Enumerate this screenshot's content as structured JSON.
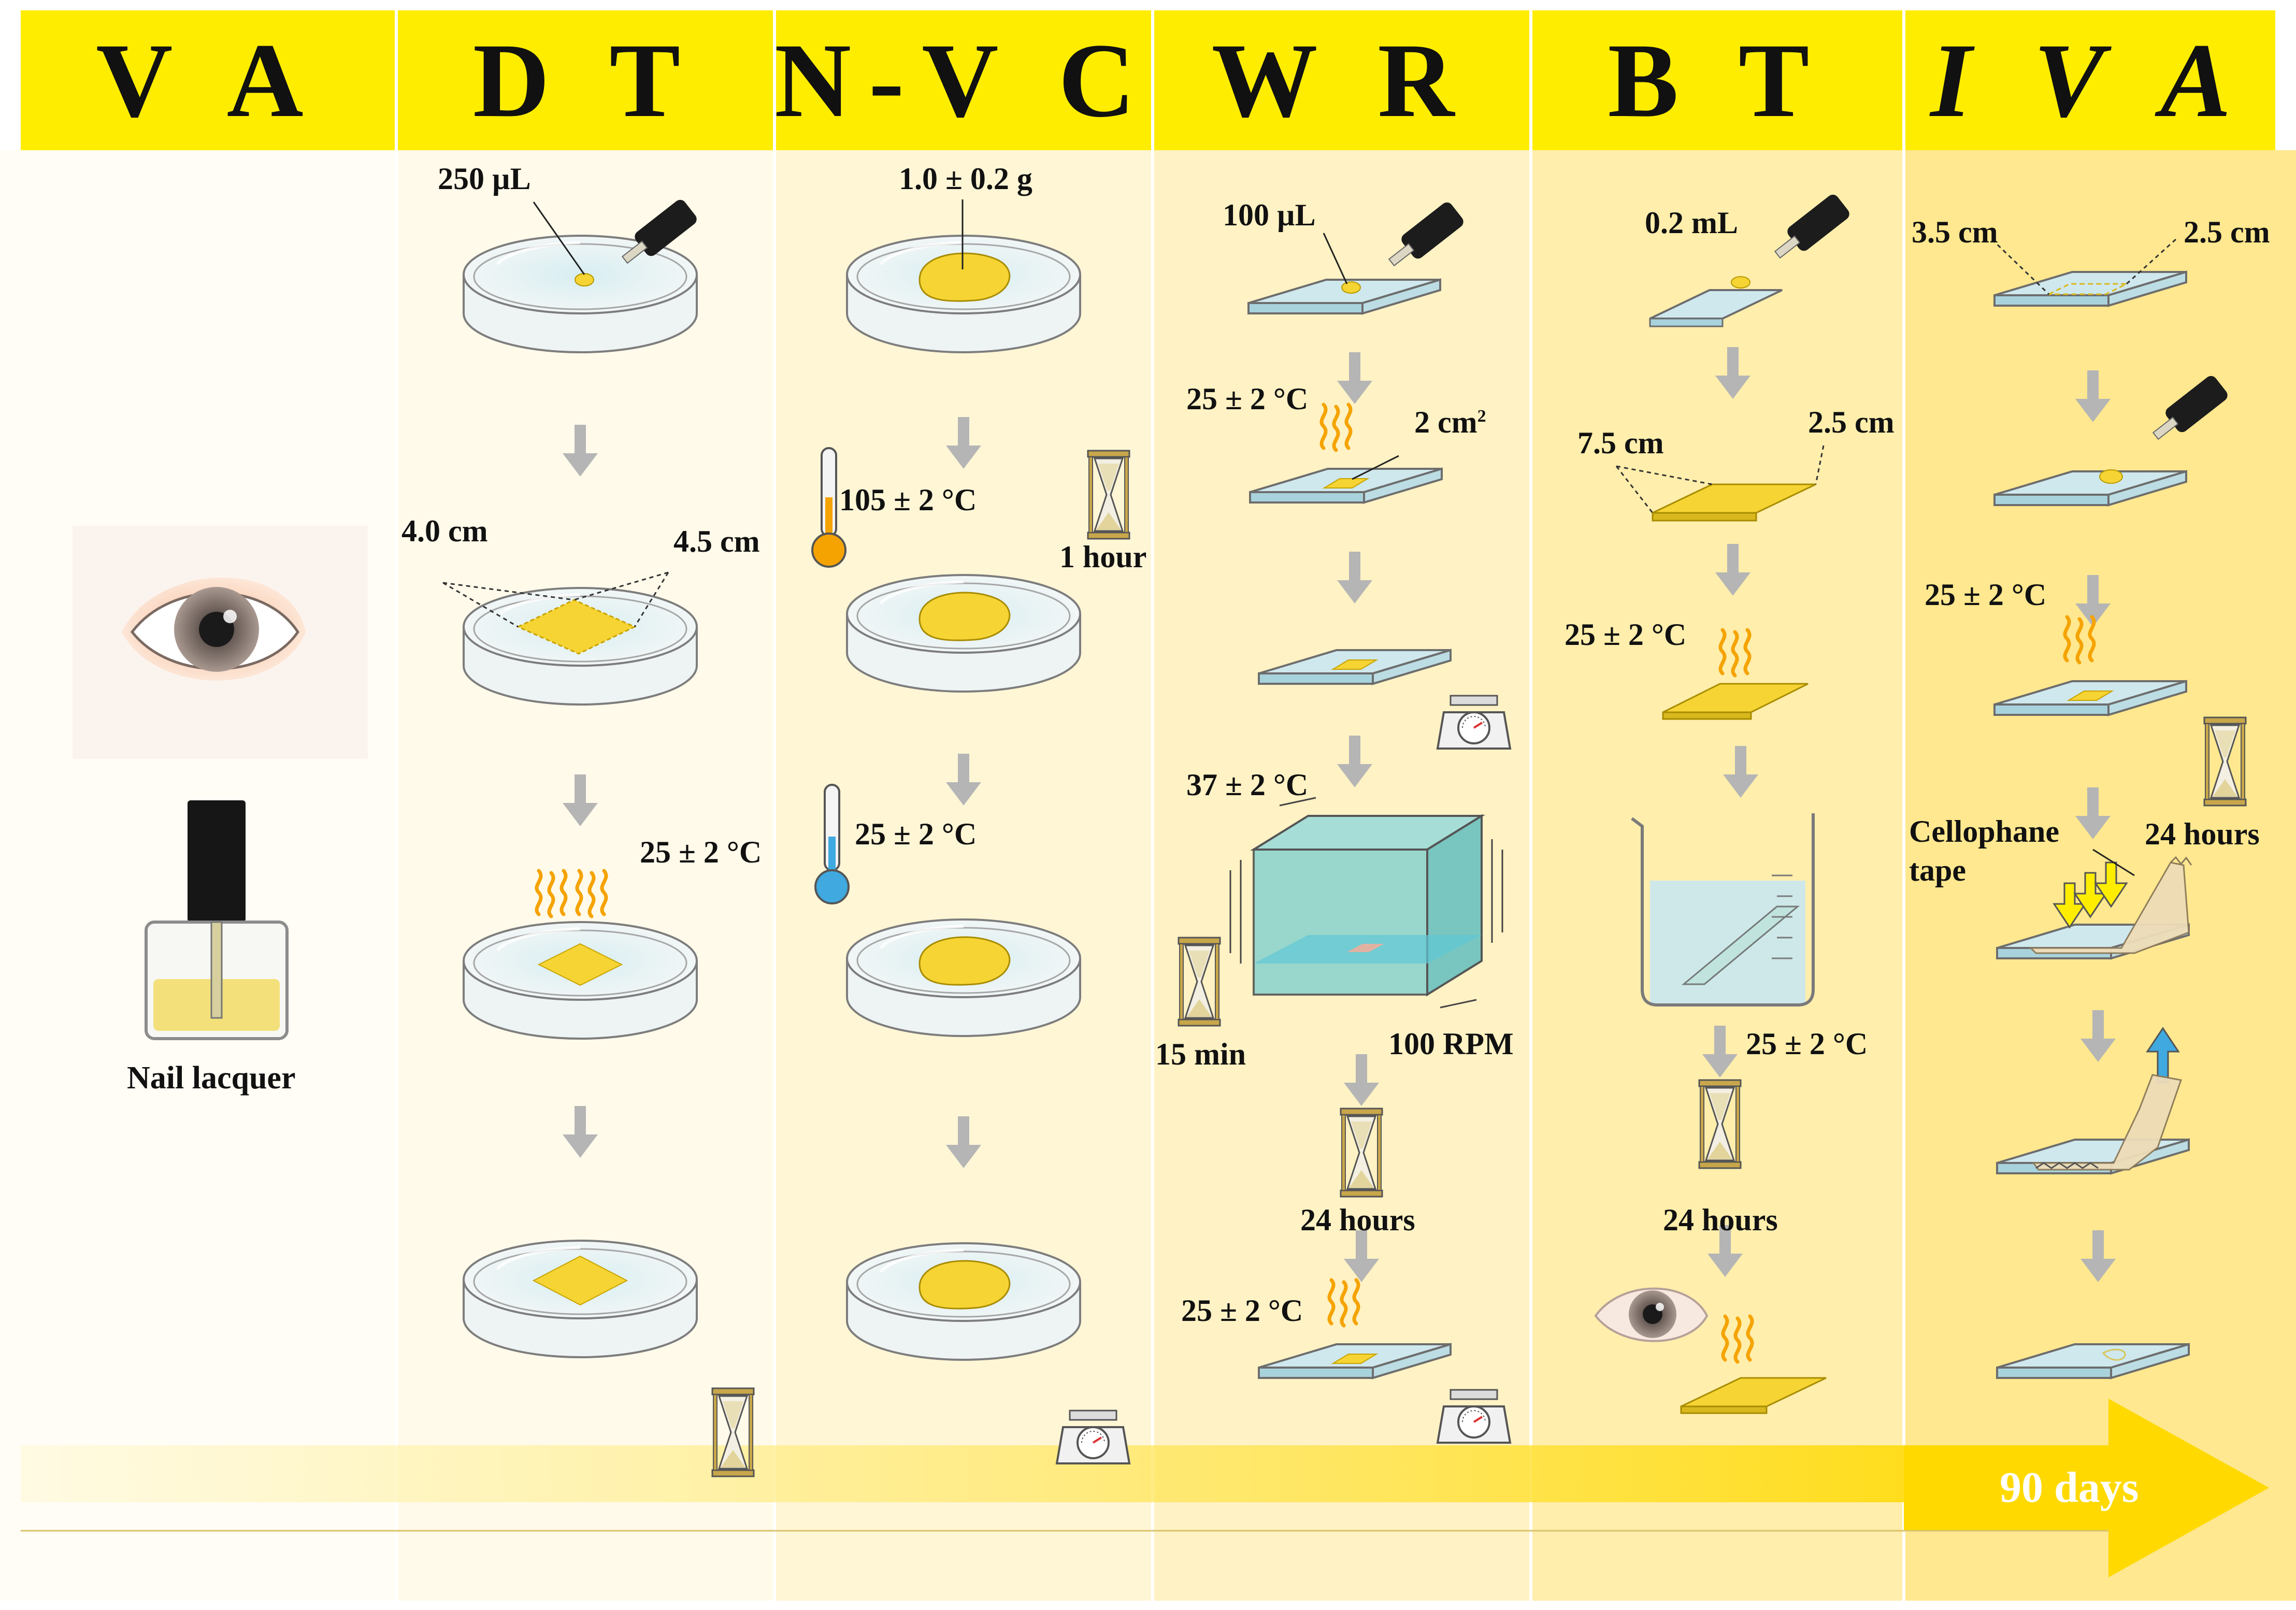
{
  "columns": [
    {
      "code": "V A",
      "italic": false
    },
    {
      "code": "D T",
      "italic": false
    },
    {
      "code": "N-V C",
      "italic": false
    },
    {
      "code": "W R",
      "italic": false
    },
    {
      "code": "B T",
      "italic": false
    },
    {
      "code": "I V A",
      "italic": true
    }
  ],
  "va": {
    "product_label": "Nail lacquer"
  },
  "dt": {
    "volume": "250 µL",
    "width": "4.0 cm",
    "length": "4.5 cm",
    "temperature": "25 ± 2 °C"
  },
  "nvc": {
    "mass": "1.0 ± 0.2 g",
    "oven_temperature": "105 ± 2 °C",
    "time": "1 hour",
    "room_temperature": "25 ± 2 °C"
  },
  "wr": {
    "volume": "100 µL",
    "dry_temperature": "25 ± 2 °C",
    "area": "2 cm",
    "area_exponent": "2",
    "bath_temperature": "37 ± 2 °C",
    "shake_time": "15 min",
    "shake_speed": "100 RPM",
    "dry_time": "24 hours",
    "final_temperature": "25 ± 2 °C"
  },
  "bt": {
    "volume": "0.2 mL",
    "length": "7.5 cm",
    "width": "2.5 cm",
    "dry_temperature": "25 ± 2 °C",
    "soak_temperature": "25 ± 2 °C",
    "time": "24 hours"
  },
  "iva": {
    "length": "3.5 cm",
    "width": "2.5 cm",
    "temperature": "25 ± 2 °C",
    "tape_label_line1": "Cellophane",
    "tape_label_line2": "tape",
    "time": "24 hours"
  },
  "timeline": {
    "duration": "90 days"
  },
  "colors": {
    "header_yellow": "#ffed00",
    "lacquer_yellow": "#f5d434",
    "glass_blue": "#cfe8ee",
    "arrow_gray": "#b5b5b5",
    "heat_orange": "#f5a300",
    "cold_blue": "#3fa9e0"
  }
}
